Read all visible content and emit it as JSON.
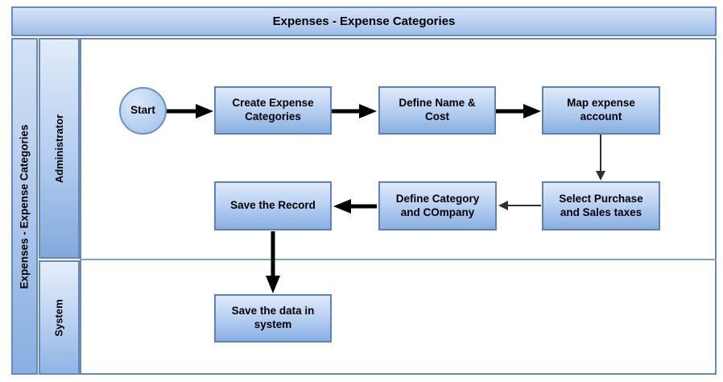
{
  "title": "Expenses - Expense Categories",
  "pool": {
    "label": "Expenses - Expense Categories"
  },
  "lanes": [
    {
      "label": "Administrator"
    },
    {
      "label": "System"
    }
  ],
  "nodes": [
    {
      "id": "start",
      "type": "start-circle",
      "label": "Start",
      "lane": "Administrator"
    },
    {
      "id": "create-expense-categories",
      "type": "process",
      "label": "Create Expense Categories",
      "lane": "Administrator"
    },
    {
      "id": "define-name-cost",
      "type": "process",
      "label": "Define Name & Cost",
      "lane": "Administrator"
    },
    {
      "id": "map-expense-account",
      "type": "process",
      "label": "Map expense account",
      "lane": "Administrator"
    },
    {
      "id": "select-purchase-sales-taxes",
      "type": "process",
      "label": "Select Purchase and Sales taxes",
      "lane": "Administrator"
    },
    {
      "id": "define-category-company",
      "type": "process",
      "label": "Define Category and COmpany",
      "lane": "Administrator"
    },
    {
      "id": "save-the-record",
      "type": "process",
      "label": "Save the Record",
      "lane": "Administrator"
    },
    {
      "id": "save-data-in-system",
      "type": "process",
      "label": "Save the data in system",
      "lane": "System"
    }
  ],
  "edges": [
    {
      "from": "start",
      "to": "create-expense-categories",
      "style": "thick"
    },
    {
      "from": "create-expense-categories",
      "to": "define-name-cost",
      "style": "thick"
    },
    {
      "from": "define-name-cost",
      "to": "map-expense-account",
      "style": "thick"
    },
    {
      "from": "map-expense-account",
      "to": "select-purchase-sales-taxes",
      "style": "thin"
    },
    {
      "from": "select-purchase-sales-taxes",
      "to": "define-category-company",
      "style": "thin"
    },
    {
      "from": "define-category-company",
      "to": "save-the-record",
      "style": "thick"
    },
    {
      "from": "save-the-record",
      "to": "save-data-in-system",
      "style": "thick"
    }
  ],
  "colors": {
    "cell_border": "#6688bb",
    "node_border": "#5c84ba",
    "gradient_top": "#e0eafa",
    "gradient_bottom": "#88afe1",
    "header_top": "#d8e5f6",
    "header_bottom": "#9cbde8",
    "arrow_thick": "#000000",
    "arrow_thin": "#303030",
    "lane_divider": "#7fa3d0",
    "text": "#000000",
    "background": "#ffffff"
  }
}
